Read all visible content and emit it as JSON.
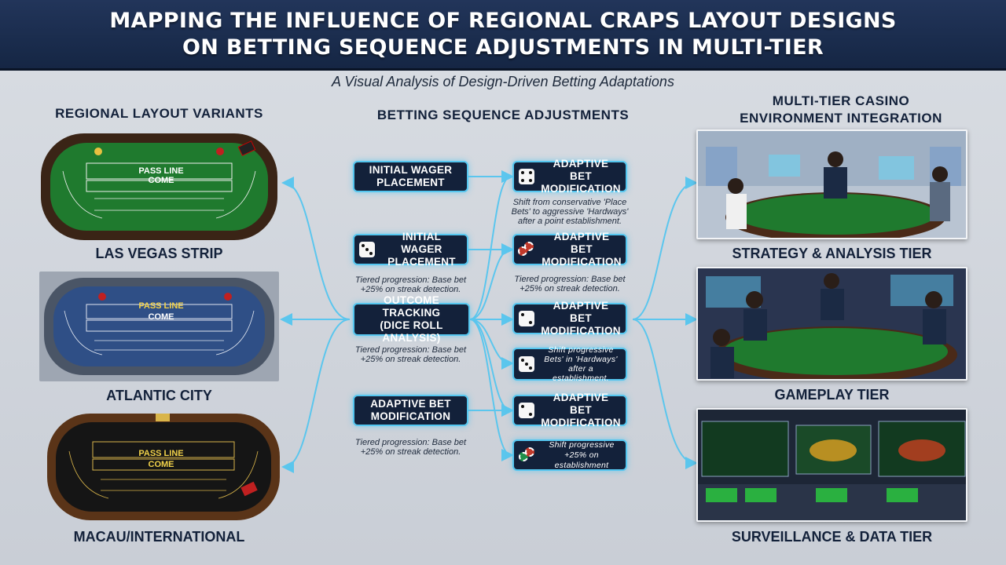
{
  "header": {
    "title_line1": "MAPPING THE INFLUENCE OF REGIONAL CRAPS LAYOUT DESIGNS",
    "title_line2": "ON BETTING SEQUENCE ADJUSTMENTS IN MULTI-TIER"
  },
  "subtitle": "A Visual Analysis of Design-Driven Betting Adaptations",
  "columns": {
    "left": "REGIONAL LAYOUT VARIANTS",
    "middle": "BETTING SEQUENCE ADJUSTMENTS",
    "right_line1": "MULTI-TIER CASINO",
    "right_line2": "ENVIRONMENT INTEGRATION"
  },
  "regions": [
    {
      "label": "LAS VEGAS STRIP",
      "felt": "#1f7a2e",
      "rail": "#3a2416",
      "table_text_1": "PASS LINE",
      "table_text_2": "COME"
    },
    {
      "label": "ATLANTIC CITY",
      "felt": "#2f4f86",
      "rail": "#4a5566",
      "table_text_1": "PASS LINE",
      "table_text_2": "COME"
    },
    {
      "label": "MACAU/INTERNATIONAL",
      "felt": "#151515",
      "rail": "#5a3418",
      "table_text_1": "PASS LINE",
      "table_text_2": "COME"
    }
  ],
  "sequence_left": [
    {
      "label1": "INITIAL WAGER",
      "label2": "PLACEMENT",
      "icon": "none"
    },
    {
      "label1": "INITIAL WAGER",
      "label2": "PLACEMENT",
      "icon": "die-icon"
    },
    {
      "label1": "OUTCOME TRACKING",
      "label2": "(DICE ROLL ANALYSIS)",
      "icon": "none"
    },
    {
      "label1": "ADAPTIVE BET",
      "label2": "MODIFICATION",
      "icon": "none"
    }
  ],
  "sequence_right": [
    {
      "label1": "ADAPTIVE BET",
      "label2": "MODIFICATION",
      "icon": "die-icon"
    },
    {
      "label1": "ADAPTIVE BET",
      "label2": "MODIFICATION",
      "icon": "chips-icon"
    },
    {
      "label1": "ADAPTIVE BET",
      "label2": "MODIFICATION",
      "icon": "die-icon"
    },
    {
      "label1": "Shift progressive",
      "label2": "Bets' in 'Hardways'",
      "label3": "after a establishment.",
      "icon": "die-icon"
    },
    {
      "label1": "ADAPTIVE BET",
      "label2": "MODIFICATION",
      "icon": "die-icon"
    },
    {
      "label1": "Shift progressive",
      "label2": "+25% on establishment",
      "icon": "chips-icon"
    }
  ],
  "notes": [
    {
      "l1": "Shift from conservative 'Place",
      "l2": "Bets' to aggressive 'Hardways'",
      "l3": "after a point establishment."
    },
    {
      "l1": "Tiered progression: Base bet",
      "l2": "+25% on streak detection.",
      "l3": ""
    },
    {
      "l1": "Tiered progression: Base bet",
      "l2": "+25% on streak detection.",
      "l3": ""
    },
    {
      "l1": "Tiered progression: Base bet",
      "l2": "+25% on streak detection.",
      "l3": ""
    },
    {
      "l1": "Tiered progression: Base bet",
      "l2": "+25% on streak detection.",
      "l3": ""
    }
  ],
  "tiers": [
    {
      "label": "STRATEGY & ANALYSIS TIER"
    },
    {
      "label": "GAMEPLAY TIER"
    },
    {
      "label": "SURVEILLANCE & DATA TIER"
    }
  ],
  "colors": {
    "accent": "#55c6ef",
    "navy": "#13213a",
    "felt_green": "#1f7a2e"
  }
}
